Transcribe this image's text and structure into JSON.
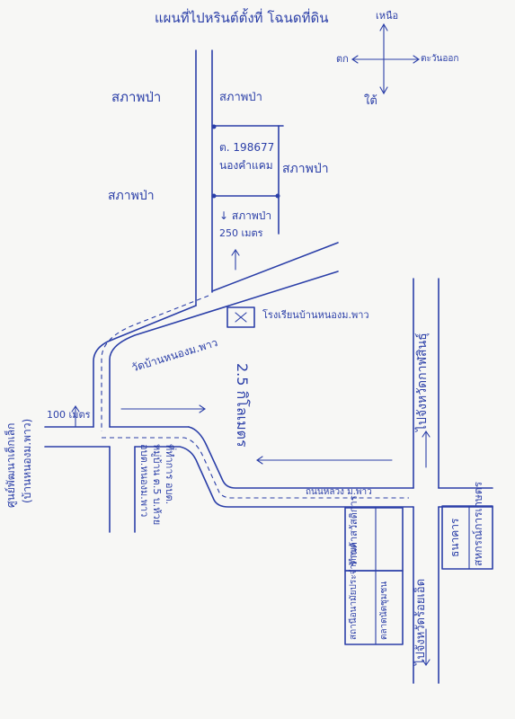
{
  "title": "แผนที่ไปหรินต์ตั้งที่ โฉนดที่ดิน",
  "compass": {
    "north": "เหนือ",
    "south": "ใต้",
    "east": "ตะวันออก",
    "west": "ตก"
  },
  "labels": {
    "forest_left_top": "สภาพป่า",
    "forest_left_mid": "สภาพป่า",
    "forest_top_right": "สภาพป่า",
    "deed_number": "ต. 198677",
    "deed_owner": "นองคำแคม",
    "forest_parcel_right": "สภาพป่า",
    "forest_below_parcel": "↓ สภาพป่า",
    "distance_below_parcel": "250 เมตร",
    "school": "โรงเรียนบ้านหนองม.พาว",
    "temple": "วัดบ้านหนองม.พาว",
    "distance_2_5km": "2.5 กิโลเมตร",
    "village_office_1": "ที่ทำการ อบต.",
    "village_office_2": "หมู่บ้าน ต.5 บ.ห้วย",
    "village_office_3": "อบต.หนองม.พาว",
    "road_name": "ถนนหลวง ม.พาว",
    "distance_100m": "100 เมตร",
    "left_building_1": "ศูนย์พัฒนาเด็กเล็ก",
    "left_building_2": "(บ้านหนองม.พาว)",
    "road_to_kalasin": "ไปจังหวัดกาฬสินธุ์",
    "road_to_roiet": "ไปจังหวัดร้อยเอ็ด",
    "shop_1": "ร้านค้าสวัสดิการ",
    "shop_2": "สถานีอนามัยประจำตำบล",
    "shop_3": "ตลาดนัดชุมชน",
    "shop_4": "ธนาคาร",
    "shop_5": "สหกรณ์การเกษตร"
  }
}
